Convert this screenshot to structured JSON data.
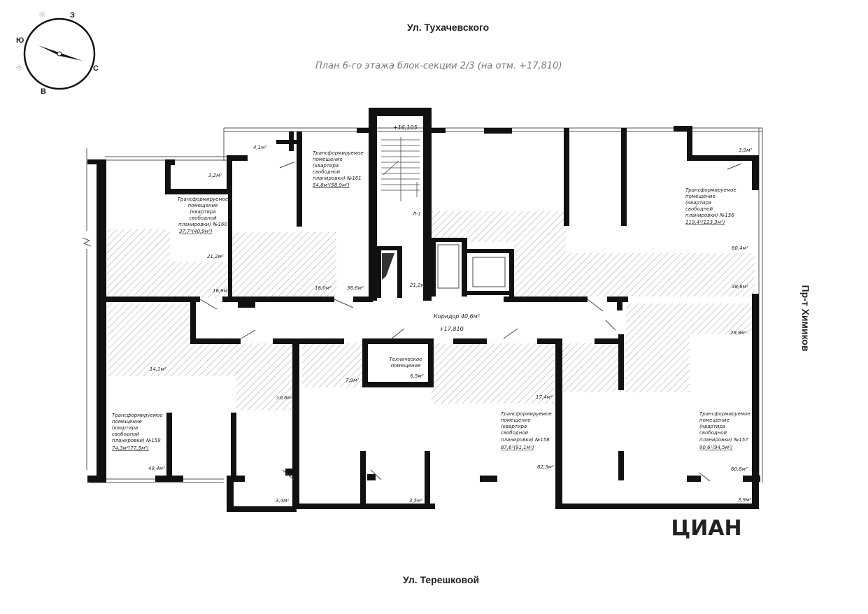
{
  "streets": {
    "north": "Ул. Тухачевского",
    "south": "Ул. Терешковой",
    "east": "Пр-т Химиков"
  },
  "plan_title": "План 6-го этажа блок-секции 2/3 (на отм. +17,810)",
  "compass": {
    "letters": {
      "z": "З",
      "yu": "Ю",
      "s": "С",
      "v": "В"
    },
    "sun_icon": "☼"
  },
  "rooms": {
    "r160": {
      "lines": [
        "Трансформируемое",
        "помещение",
        "(квартира",
        "свободной",
        "планировки) №160"
      ],
      "area": "37,7²(40,9м²)"
    },
    "r161": {
      "lines": [
        "Трансформируемое",
        "помещение",
        "(квартира",
        "свободной",
        "планировки) №161"
      ],
      "area": "54,8м²(58,9м²)"
    },
    "r156": {
      "lines": [
        "Трансформируемое",
        "помещение",
        "(квартира",
        "свободной",
        "планировки) №156"
      ],
      "area": "119,4²(123,3м²)"
    },
    "r159": {
      "lines": [
        "Трансформируемое",
        "помещение",
        "(квартира",
        "свободной",
        "планировки) №159"
      ],
      "area": "74,3м²(77,5м²)"
    },
    "r158": {
      "lines": [
        "Трансформируемое",
        "помещение",
        "(квартира",
        "свободной",
        "планировки) №158"
      ],
      "area": "87,6²(91,1м²)"
    },
    "r157": {
      "lines": [
        "Трансформируемое",
        "помещение",
        "(квартира",
        "свободной",
        "планировки) №157"
      ],
      "area": "90,6²(94,5м²)"
    },
    "tech": {
      "lines": [
        "Техническое",
        "помещение"
      ],
      "area": "6,5м²"
    }
  },
  "corridor": {
    "label": "Коридор 40,6м²",
    "mark": "+17,810"
  },
  "stairs": {
    "mark": "+16,105",
    "lift": "Л-1"
  },
  "areas": {
    "a_4_1": "4,1м²",
    "a_3_2": "3,2м²",
    "a_3_9_top": "3,9м²",
    "a_21_2_left": "21,2м²",
    "a_16_9": "16,9м²",
    "a_18_0": "18,0м²",
    "a_36_6": "36,6м²",
    "a_21_2_stair": "21,2м²",
    "a_80_4": "80,4м²",
    "a_38_6": "38,6м²",
    "a_14_1": "14,1м²",
    "a_10_6": "10,6м²",
    "a_7_9": "7,9м²",
    "a_17_4": "17,4м²",
    "a_29_8": "29,8м²",
    "a_49_4": "49,4м²",
    "a_62_3": "62,3м²",
    "a_60_8": "60,8м²",
    "a_3_4": "3,4м²",
    "a_3_5": "3,5м²",
    "a_3_9_bottom": "3,9м²"
  },
  "watermark": "ЦИАН",
  "colors": {
    "wall": "#111111",
    "hatch": "#666666",
    "text": "#222222",
    "title": "#777777"
  }
}
